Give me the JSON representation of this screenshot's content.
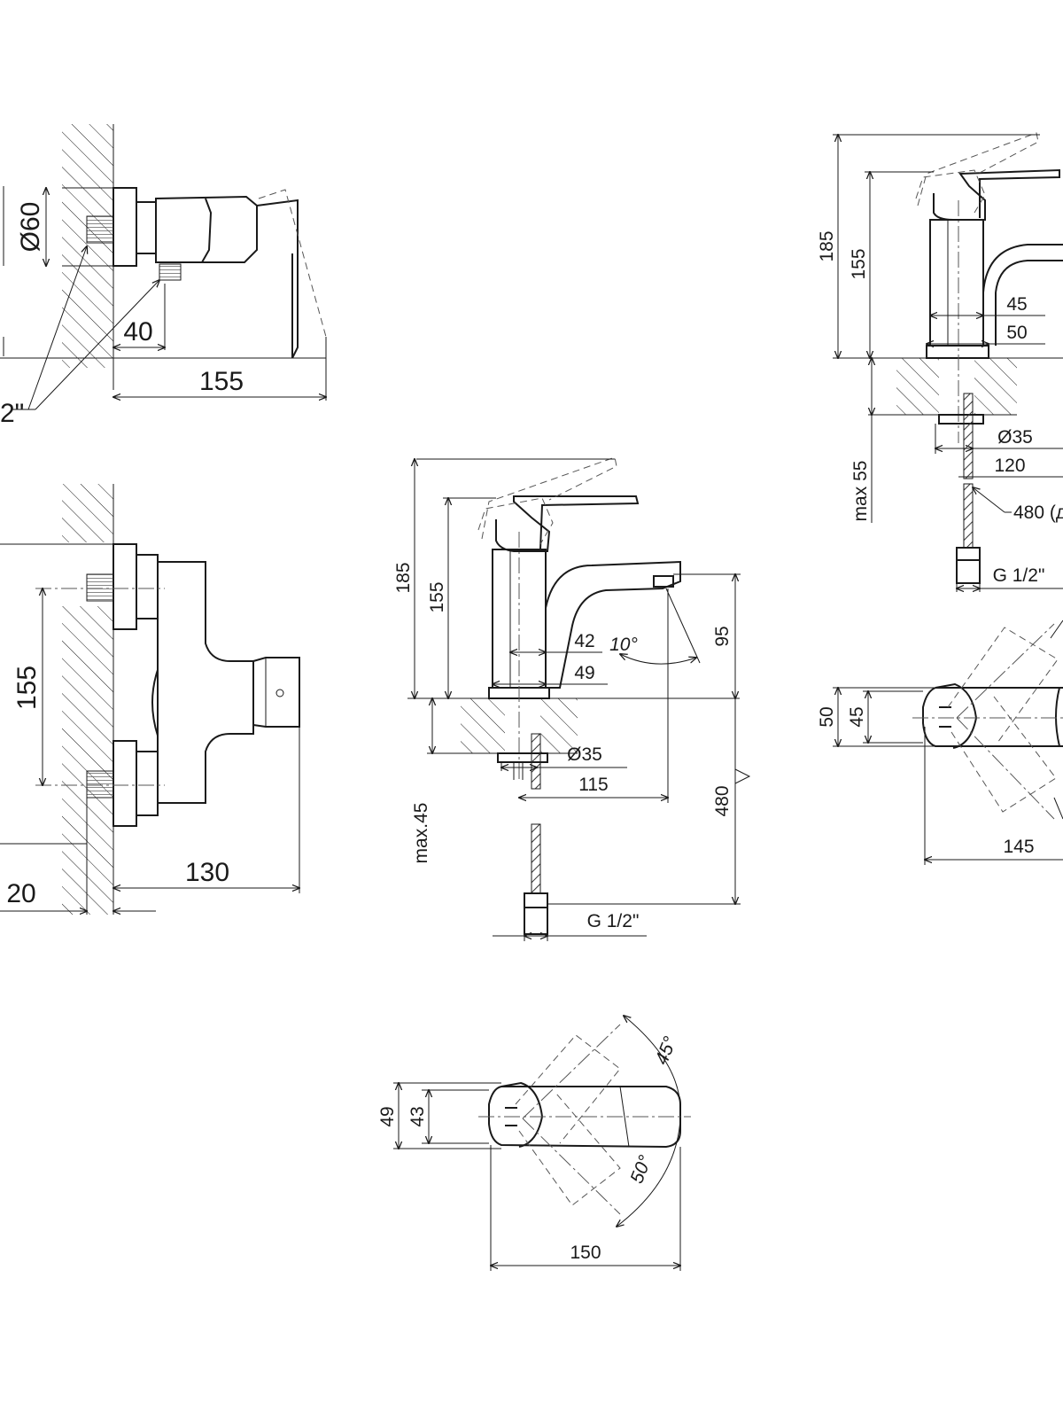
{
  "views": {
    "shower_side": {
      "dim_diameter": "Ø60",
      "dim_depth_outlet": "40",
      "dim_length": "155",
      "dim_thread_partial": "2\""
    },
    "shower_front": {
      "dim_spacing": "155",
      "dim_length": "130",
      "dim_offset": "20"
    },
    "basin_side": {
      "dim_total_height": "185",
      "dim_spout_height": "155",
      "dim_body_width_inner": "42",
      "dim_tilt_angle": "10°",
      "dim_body_width": "49",
      "dim_outlet_height": "95",
      "dim_hole": "Ø35",
      "dim_reach": "115",
      "dim_max_thickness": "max.45",
      "dim_hose_length": "480",
      "dim_thread": "G 1/2\""
    },
    "basin_top": {
      "dim_width_outer": "49",
      "dim_width_inner": "43",
      "dim_angle_up": "45°",
      "dim_angle_down": "50°",
      "dim_length": "150"
    },
    "bidet_side": {
      "dim_total_height": "185",
      "dim_spout_height": "155",
      "dim_body_width_inner": "45",
      "dim_body_width": "50",
      "dim_hole": "Ø35",
      "dim_reach": "120",
      "dim_max_thickness": "max 55",
      "dim_hose_partial": "480 (д",
      "dim_thread": "G 1/2\""
    },
    "bidet_top": {
      "dim_width_outer": "50",
      "dim_width_inner": "45",
      "dim_length": "145"
    }
  }
}
